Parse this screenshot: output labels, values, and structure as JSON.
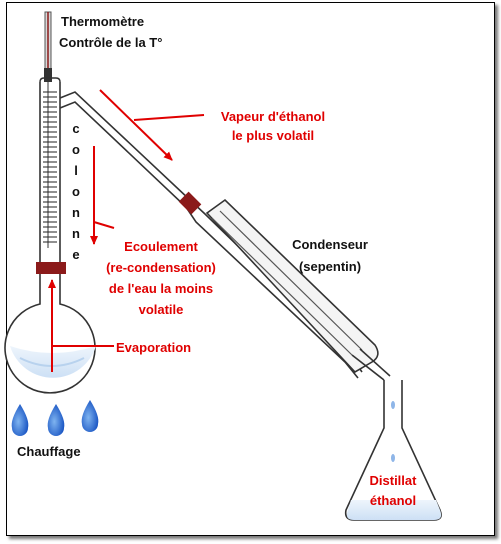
{
  "labels": {
    "thermometer_line1": "Thermomètre",
    "thermometer_line2": "Contrôle de la T°",
    "column_letters": [
      "c",
      "o",
      "l",
      "o",
      "n",
      "n",
      "e"
    ],
    "vapour_line1": "Vapeur d'éthanol",
    "vapour_line2": "le plus volatil",
    "flow_line1": "Ecoulement",
    "flow_line2": "(re-condensation)",
    "flow_line3": "de l'eau la moins",
    "flow_line4": "volatile",
    "condenser_line1": "Condenseur",
    "condenser_line2": "(sepentin)",
    "evaporation": "Evaporation",
    "heating": "Chauffage",
    "distillate_line1": "Distillat",
    "distillate_line2": "éthanol"
  },
  "colors": {
    "arrow_red": "#e00000",
    "label_red": "#e00000",
    "label_dark": "#111111",
    "liquid_blue": "#2a6fd6",
    "stopper": "#8b1a1a"
  },
  "icons": {
    "flame_drops": "water-drop-icon"
  }
}
